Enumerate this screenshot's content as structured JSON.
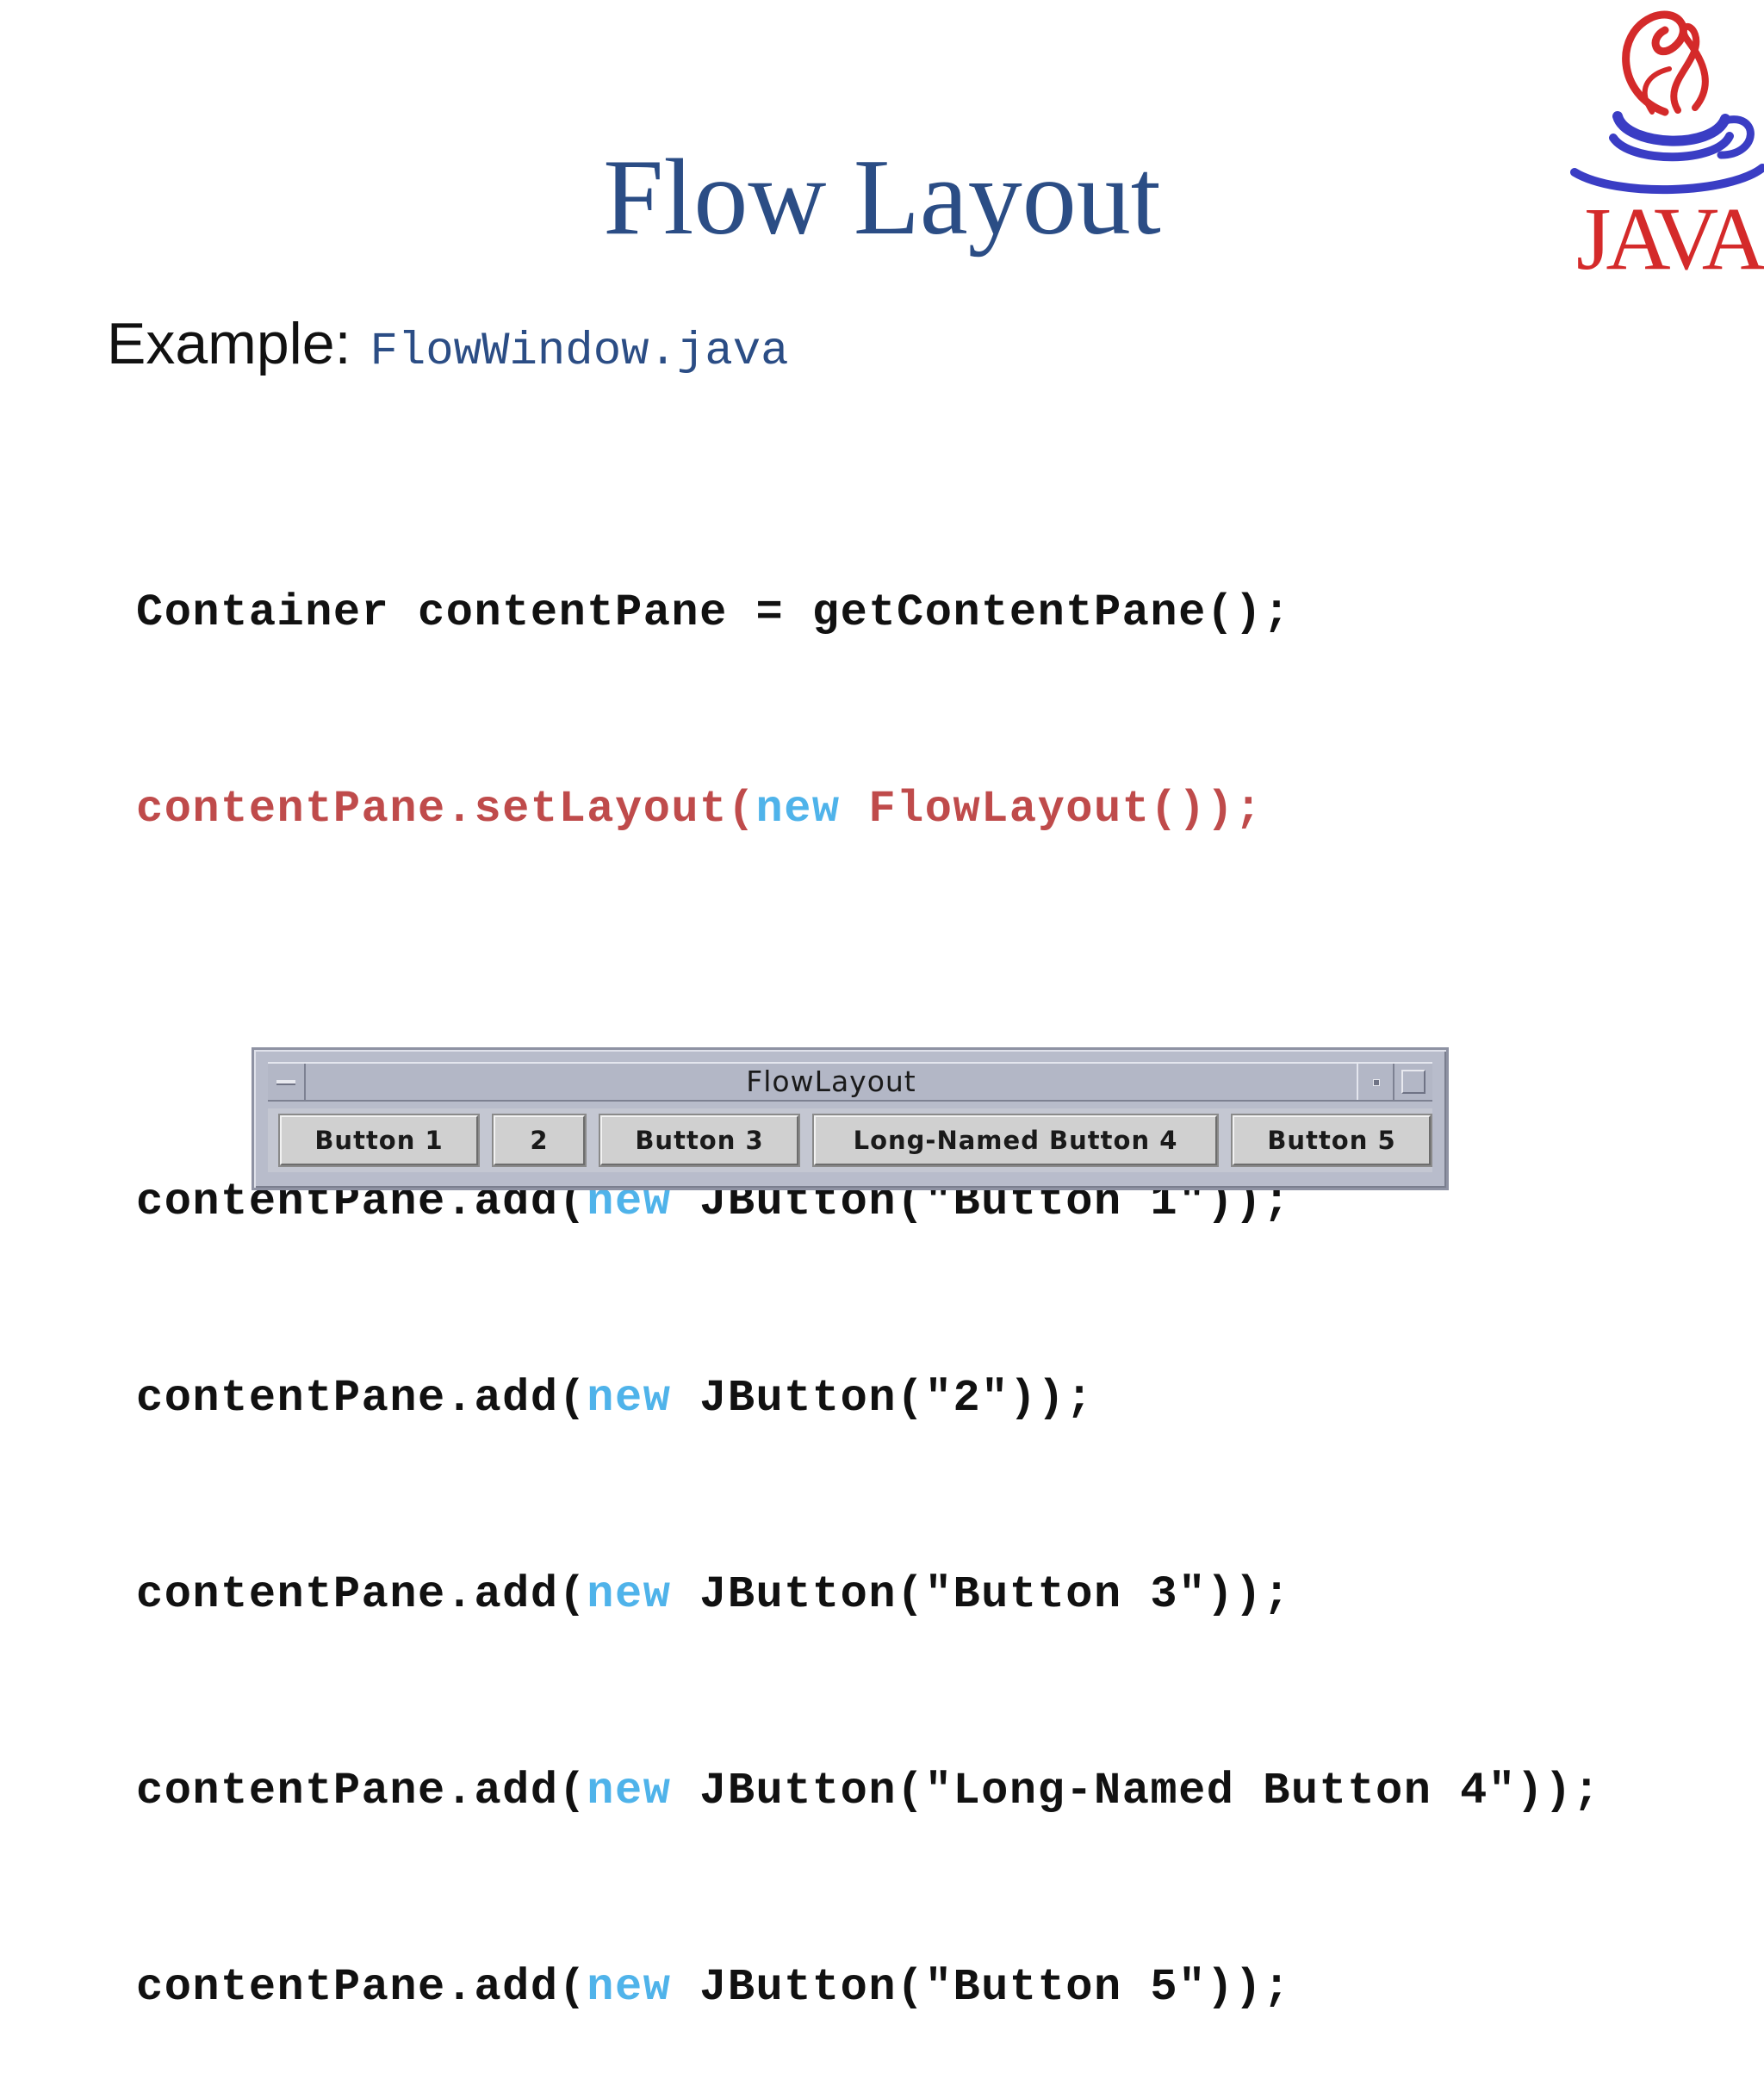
{
  "slide": {
    "title": "Flow Layout",
    "example_label": "Example:",
    "example_file": "FlowWindow.java"
  },
  "logo": {
    "text": "JAVA"
  },
  "code": {
    "line1": "Container contentPane = getContentPane();",
    "line2_a": "contentPane.setLayout(",
    "line2_kw": "new",
    "line2_b": " FlowLayout());",
    "add_prefix": "contentPane.add(",
    "add_kw": "new",
    "lines": [
      " JButton(\"Button 1\"));",
      " JButton(\"2\"));",
      " JButton(\"Button 3\"));",
      " JButton(\"Long-Named Button 4\"));",
      " JButton(\"Button 5\"));"
    ]
  },
  "window": {
    "title": "FlowLayout",
    "buttons": [
      "Button 1",
      "2",
      "Button 3",
      "Long-Named Button 4",
      "Button 5"
    ]
  },
  "colors": {
    "title": "#2b4d85",
    "code_red": "#bf4b4b",
    "keyword": "#4fb3ea",
    "logo_red": "#d42a2a",
    "logo_blue": "#3a3dc4"
  }
}
